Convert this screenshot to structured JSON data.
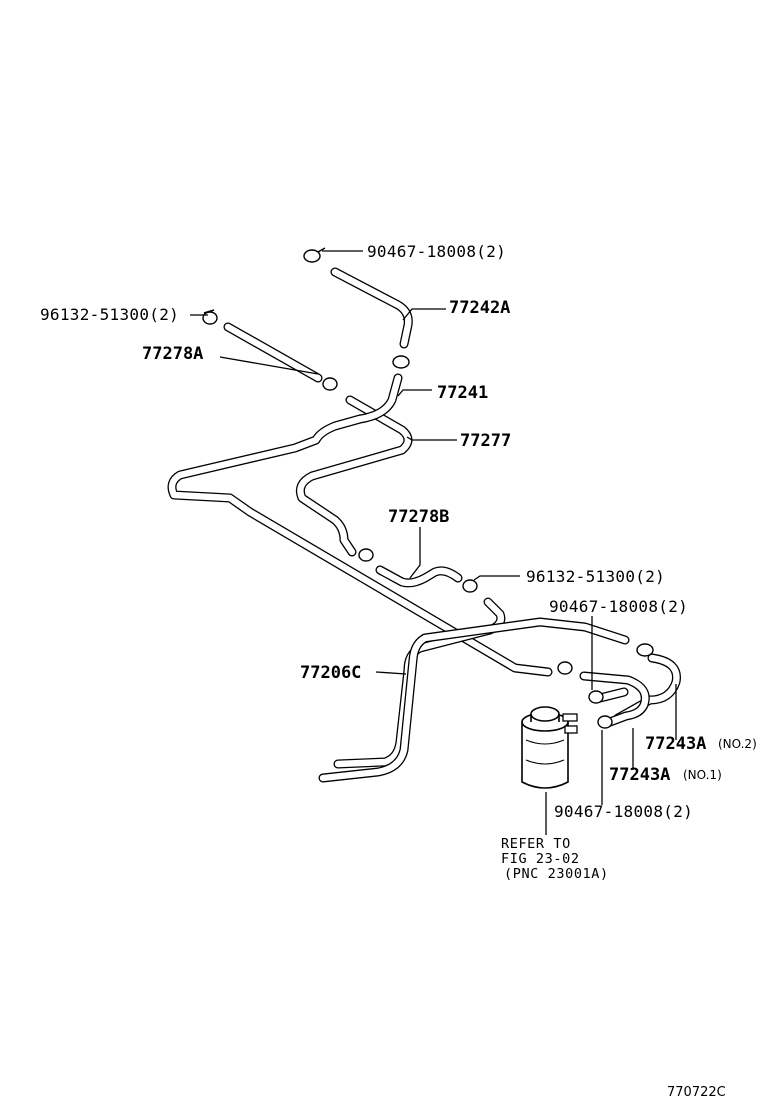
{
  "labels": {
    "clamp_top": "90467-18008(2)",
    "clamp_left": "96132-51300(2)",
    "hose_77242A": "77242A",
    "hose_77278A": "77278A",
    "pipe_77241": "77241",
    "pipe_77277": "77277",
    "hose_77278B": "77278B",
    "clamp_mid_right": "96132-51300(2)",
    "clamp_right_upper": "90467-18008(2)",
    "pipe_77206C": "77206C",
    "hose_77243A_no2": "77243A",
    "hose_77243A_no2_note": "(NO.2)",
    "hose_77243A_no1": "77243A",
    "hose_77243A_no1_note": "(NO.1)",
    "clamp_bottom": "90467-18008(2)",
    "refer_line1": "REFER TO",
    "refer_line2": "FIG 23-02",
    "refer_line3": "(PNC 23001A)",
    "drawing_code": "770722C"
  }
}
